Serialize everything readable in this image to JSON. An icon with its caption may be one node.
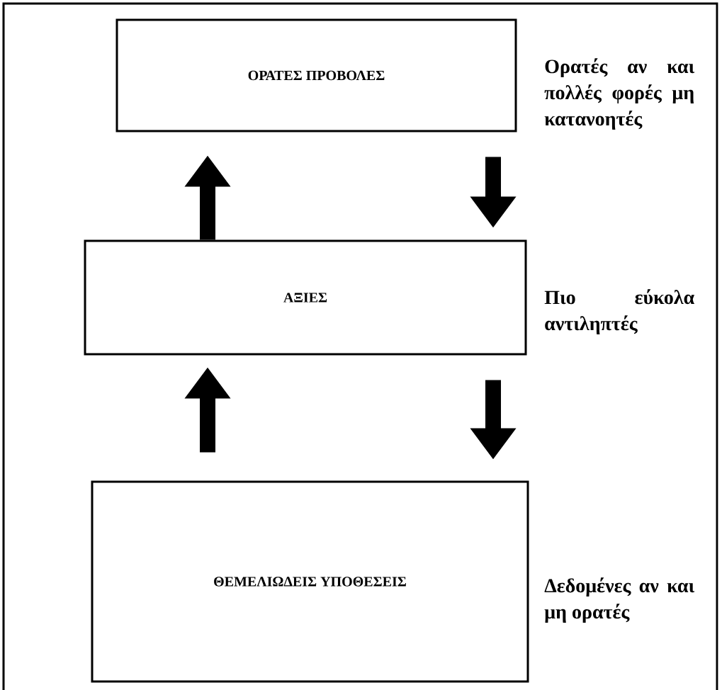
{
  "diagram": {
    "nodes": [
      {
        "text": [
          "ΟΡΑΤΕΣ ΠΡΟΒΟΛΕΣ"
        ],
        "beside": [
          "Ορατές αν και πολλές φορές μη κατανοητές"
        ]
      },
      {
        "text": [
          "ΑΞΙΕΣ"
        ],
        "beside": [
          "Πιο εύκολα αντιληπτές"
        ]
      },
      {
        "text": [
          "ΘΕΜΕΛΙΩΔΕΙΣ ΥΠΟΘΕΣΕΙΣ"
        ],
        "beside": [
          "Δεδομένες αν και μη ορατές"
        ]
      }
    ],
    "edges": [
      {
        "from": 1,
        "to": 0,
        "arrow": "to"
      },
      {
        "from": 0,
        "to": 1,
        "arrow": "to"
      },
      {
        "from": 2,
        "to": 1,
        "arrow": "to"
      },
      {
        "from": 1,
        "to": 2,
        "arrow": "to"
      }
    ]
  }
}
